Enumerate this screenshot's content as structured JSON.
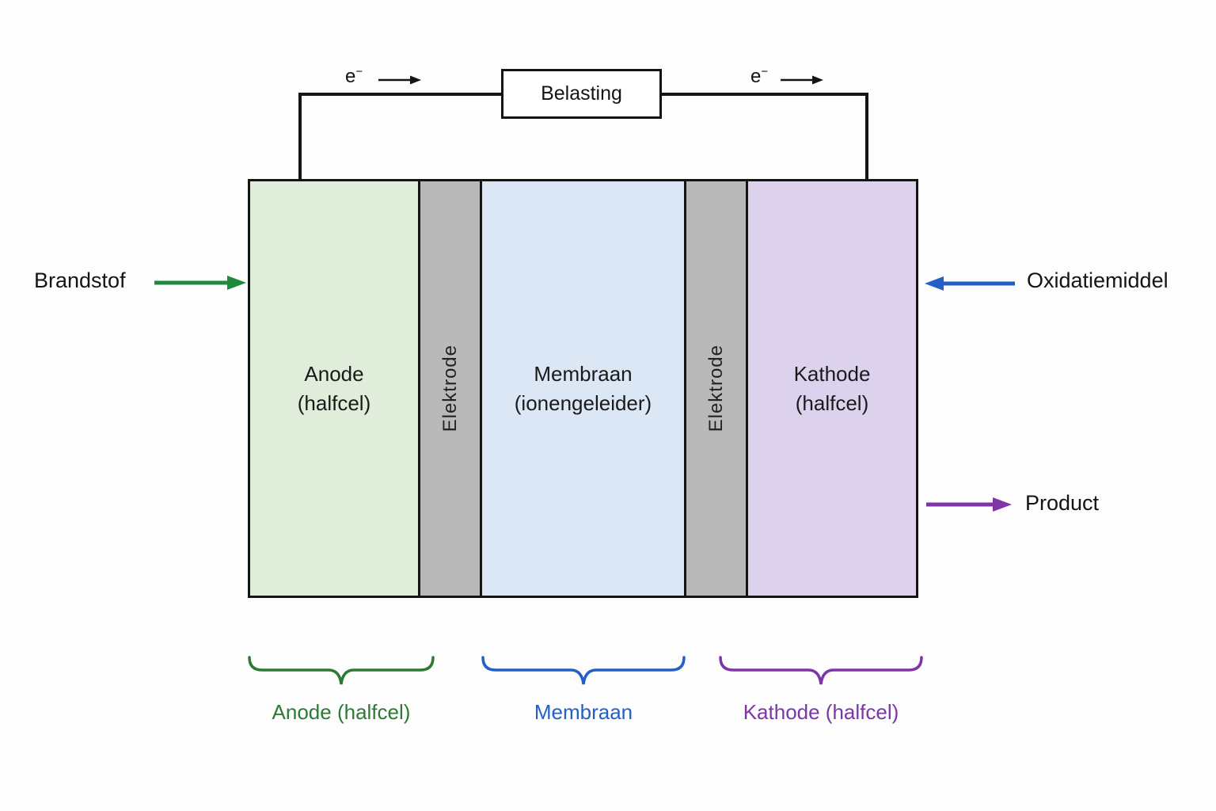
{
  "diagram": {
    "load": {
      "label": "Belasting"
    },
    "electron": {
      "symbol": "e",
      "charge": "−"
    },
    "cell": {
      "anode": {
        "line1": "Anode",
        "line2": "(halfcel)"
      },
      "electrode_left": {
        "label": "Elektrode"
      },
      "membrane": {
        "line1": "Membraan",
        "line2": "(ionengeleider)"
      },
      "electrode_right": {
        "label": "Elektrode"
      },
      "cathode": {
        "line1": "Kathode",
        "line2": "(halfcel)"
      }
    },
    "flows": {
      "fuel": {
        "label": "Brandstof"
      },
      "oxidant": {
        "label": "Oxidatiemiddel"
      },
      "product": {
        "label": "Product"
      }
    },
    "legend": {
      "anode": {
        "label": "Anode (halfcel)"
      },
      "membrane": {
        "label": "Membraan"
      },
      "cathode": {
        "label": "Kathode (halfcel)"
      }
    },
    "colors": {
      "anode_fill": "#e0edda",
      "membrane_fill": "#dbe7f5",
      "cathode_fill": "#ddd2ed",
      "electrode_fill": "#b9b9b9",
      "fuel_accent": "#1f8a3d",
      "oxidant_accent": "#2360c6",
      "product_accent": "#7d35a8",
      "anode_accent": "#2c7a33",
      "membrane_accent": "#2360c6",
      "cathode_accent": "#7d35a8",
      "line": "#141414"
    }
  }
}
